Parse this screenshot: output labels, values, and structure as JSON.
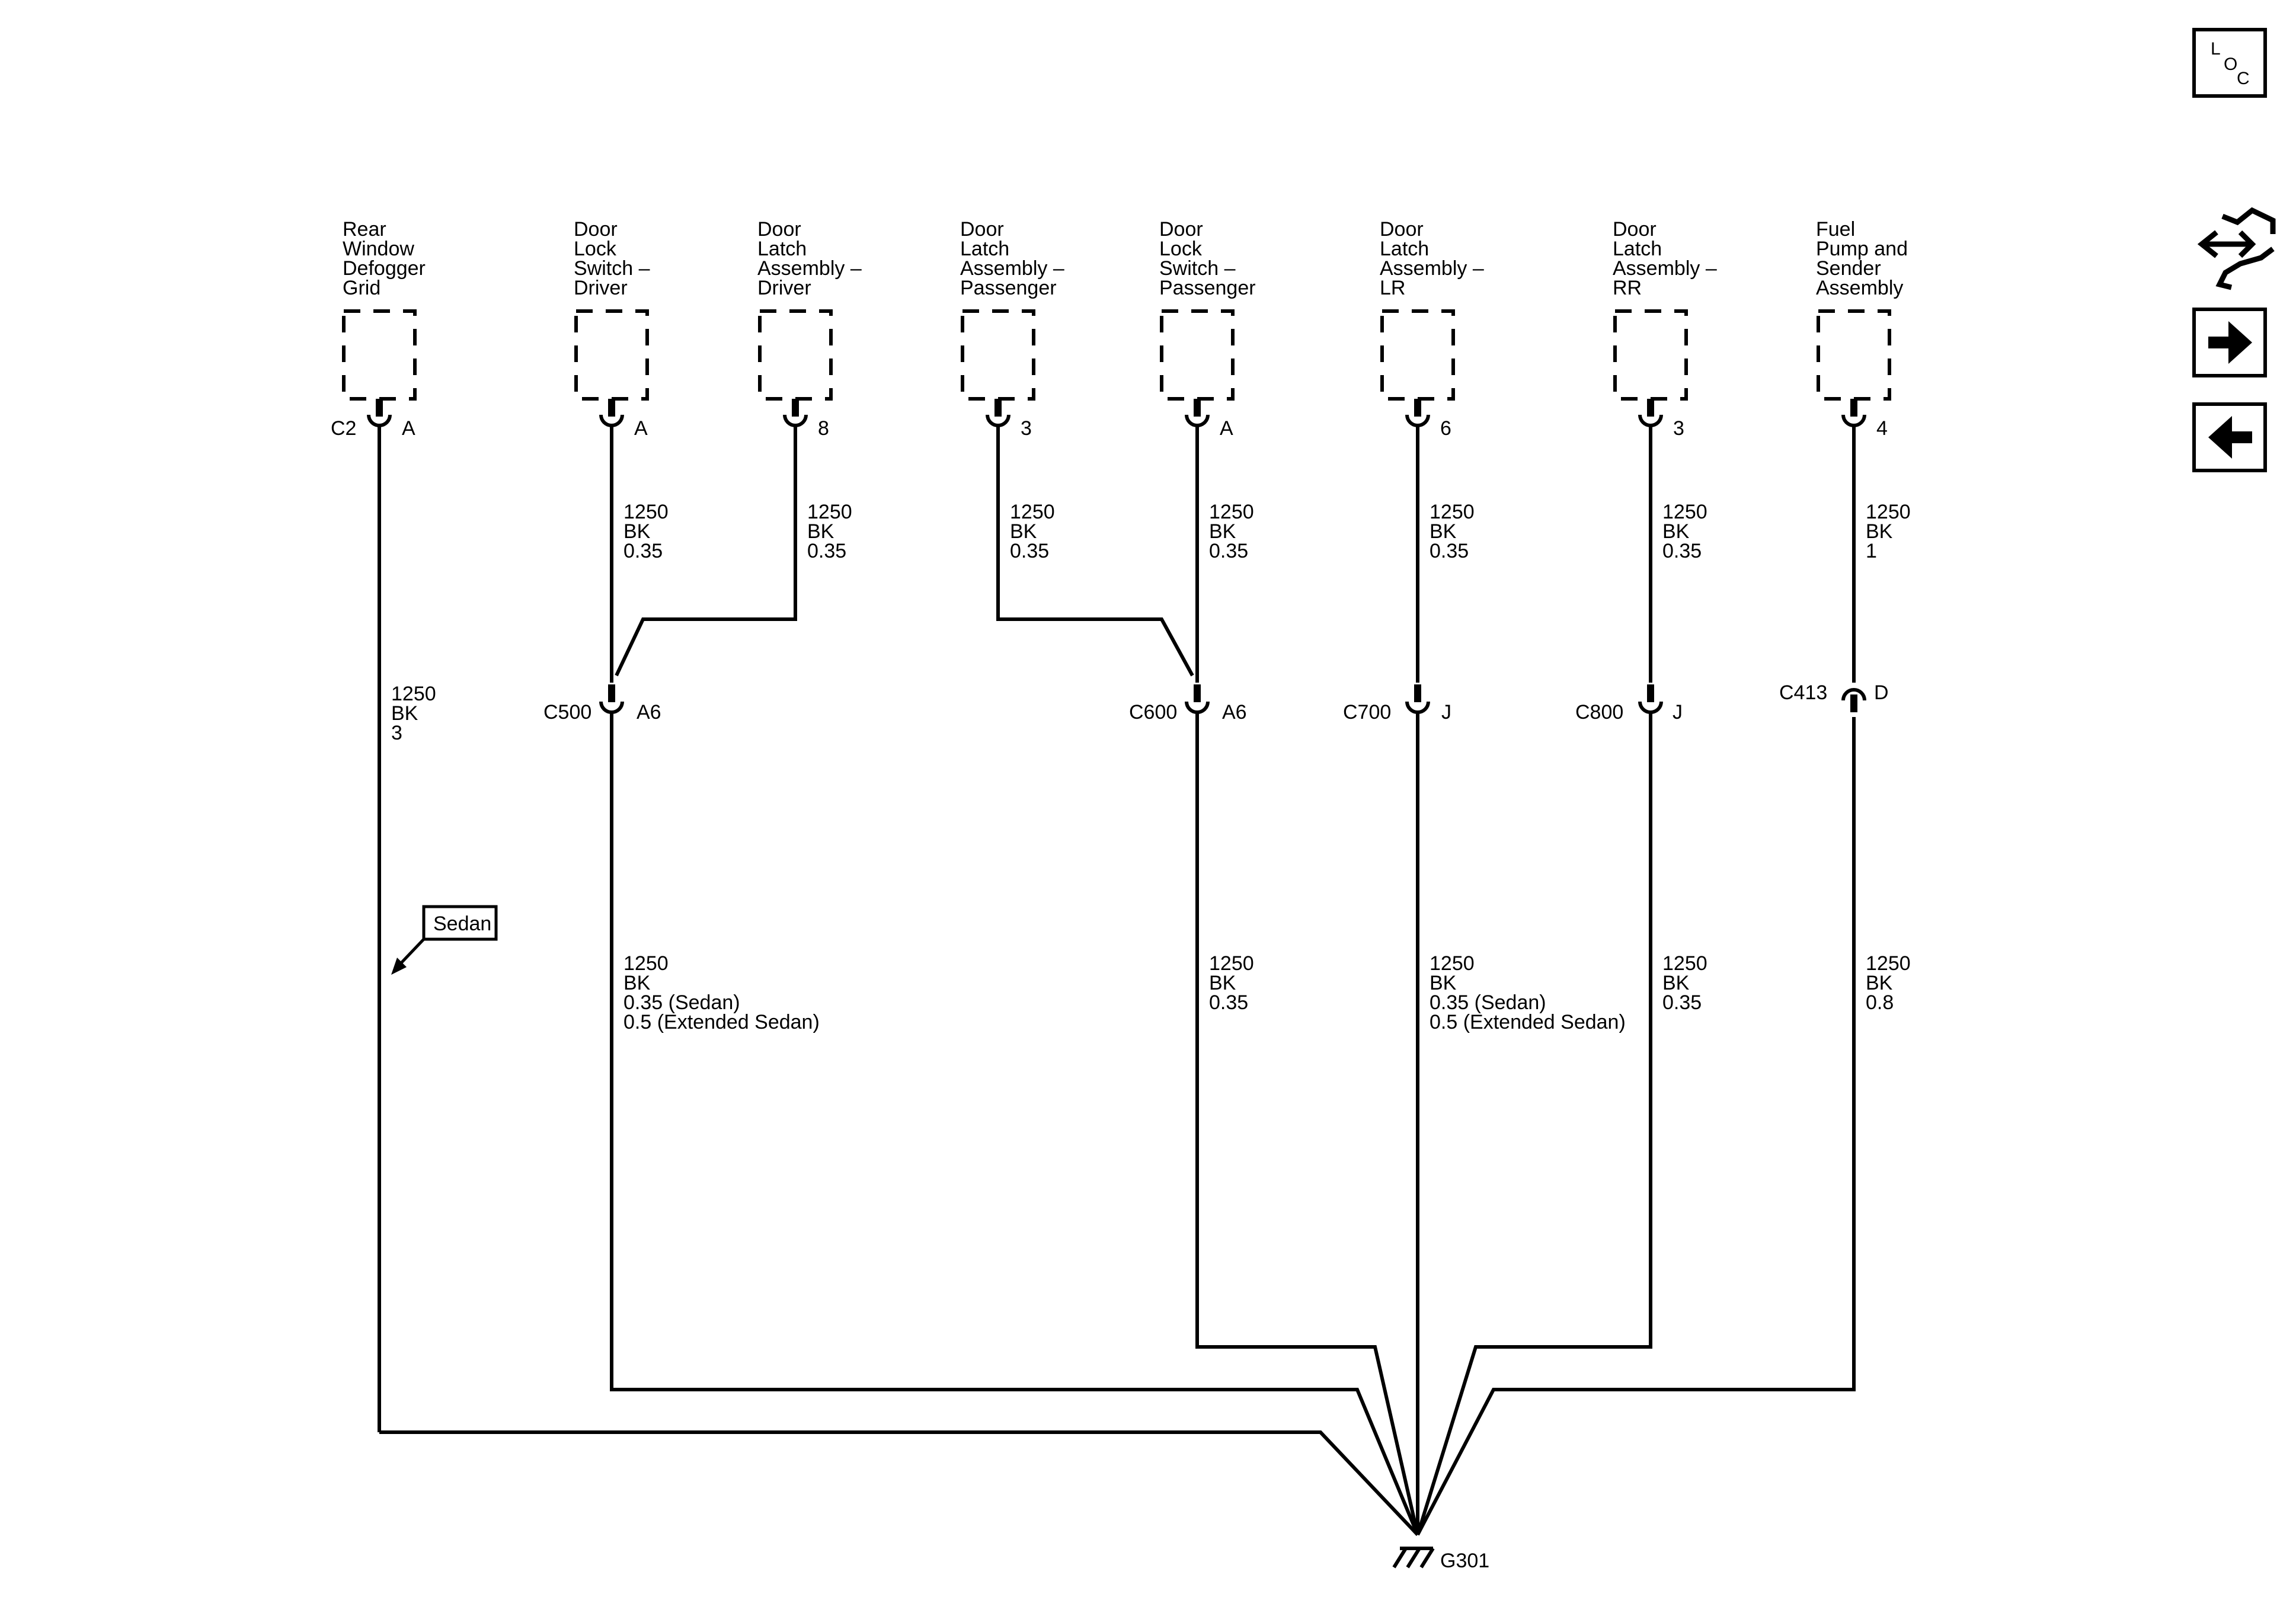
{
  "components": [
    {
      "name": [
        "Rear",
        "Window",
        "Defogger",
        "Grid"
      ],
      "pin_left": "C2",
      "pin_right": "A"
    },
    {
      "name": [
        "Door",
        "Lock",
        "Switch –",
        "Driver"
      ],
      "pin_left": "",
      "pin_right": "A"
    },
    {
      "name": [
        "Door",
        "Latch",
        "Assembly –",
        "Driver"
      ],
      "pin_left": "",
      "pin_right": "8"
    },
    {
      "name": [
        "Door",
        "Latch",
        "Assembly –",
        "Passenger"
      ],
      "pin_left": "",
      "pin_right": "3"
    },
    {
      "name": [
        "Door",
        "Lock",
        "Switch –",
        "Passenger"
      ],
      "pin_left": "",
      "pin_right": "A"
    },
    {
      "name": [
        "Door",
        "Latch",
        "Assembly –",
        "LR"
      ],
      "pin_left": "",
      "pin_right": "6"
    },
    {
      "name": [
        "Door",
        "Latch",
        "Assembly –",
        "RR"
      ],
      "pin_left": "",
      "pin_right": "3"
    },
    {
      "name": [
        "Fuel",
        "Pump and",
        "Sender",
        "Assembly"
      ],
      "pin_left": "",
      "pin_right": "4"
    }
  ],
  "upper_wires": [
    [
      "1250",
      "BK",
      "0.35"
    ],
    [
      "1250",
      "BK",
      "0.35"
    ],
    [
      "1250",
      "BK",
      "0.35"
    ],
    [
      "1250",
      "BK",
      "0.35"
    ],
    [
      "1250",
      "BK",
      "0.35"
    ],
    [
      "1250",
      "BK",
      "0.35"
    ],
    [
      "1250",
      "BK",
      "1"
    ]
  ],
  "defogger_wire": [
    "1250",
    "BK",
    "3"
  ],
  "inline_connectors": [
    {
      "name": "C500",
      "pin": "A6"
    },
    {
      "name": "C600",
      "pin": "A6"
    },
    {
      "name": "C700",
      "pin": "J"
    },
    {
      "name": "C800",
      "pin": "J"
    },
    {
      "name": "C413",
      "pin": "D"
    }
  ],
  "lower_wires": [
    [
      "1250",
      "BK",
      "0.35 (Sedan)",
      "0.5 (Extended Sedan)"
    ],
    [
      "1250",
      "BK",
      "0.35"
    ],
    [
      "1250",
      "BK",
      "0.35 (Sedan)",
      "0.5 (Extended Sedan)"
    ],
    [
      "1250",
      "BK",
      "0.35"
    ],
    [
      "1250",
      "BK",
      "0.8"
    ]
  ],
  "option_flag": "Sedan",
  "ground": "G301",
  "nav": {
    "loc_letters": [
      "L",
      "O",
      "C"
    ]
  },
  "icons": [
    "loc-icon",
    "connector-swap-icon",
    "arrow-right-icon",
    "arrow-left-icon"
  ]
}
